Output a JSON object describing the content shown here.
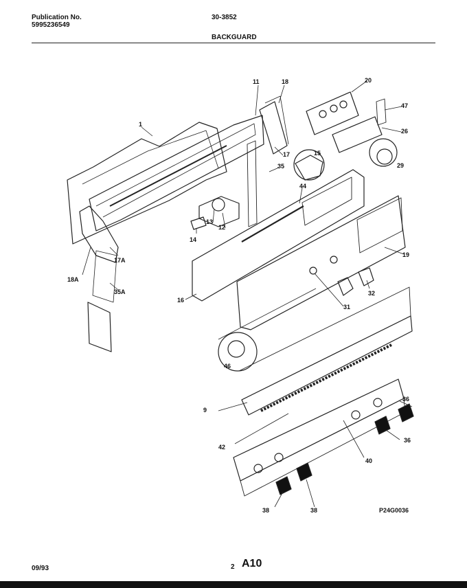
{
  "header": {
    "publication_label": "Publication No.",
    "publication_number": "5995236549",
    "model_number": "30-3852",
    "section_title": "BACKGUARD"
  },
  "callouts": [
    "1",
    "11",
    "18",
    "20",
    "47",
    "26",
    "17",
    "15",
    "35",
    "29",
    "44",
    "13",
    "12",
    "14",
    "17A",
    "18A",
    "35A",
    "16",
    "19",
    "31",
    "32",
    "46",
    "9",
    "36",
    "36",
    "42",
    "40",
    "38",
    "38"
  ],
  "figure_code": "P24G0036",
  "footer": {
    "date": "09/93",
    "page_number": "2",
    "page_code": "A10"
  }
}
